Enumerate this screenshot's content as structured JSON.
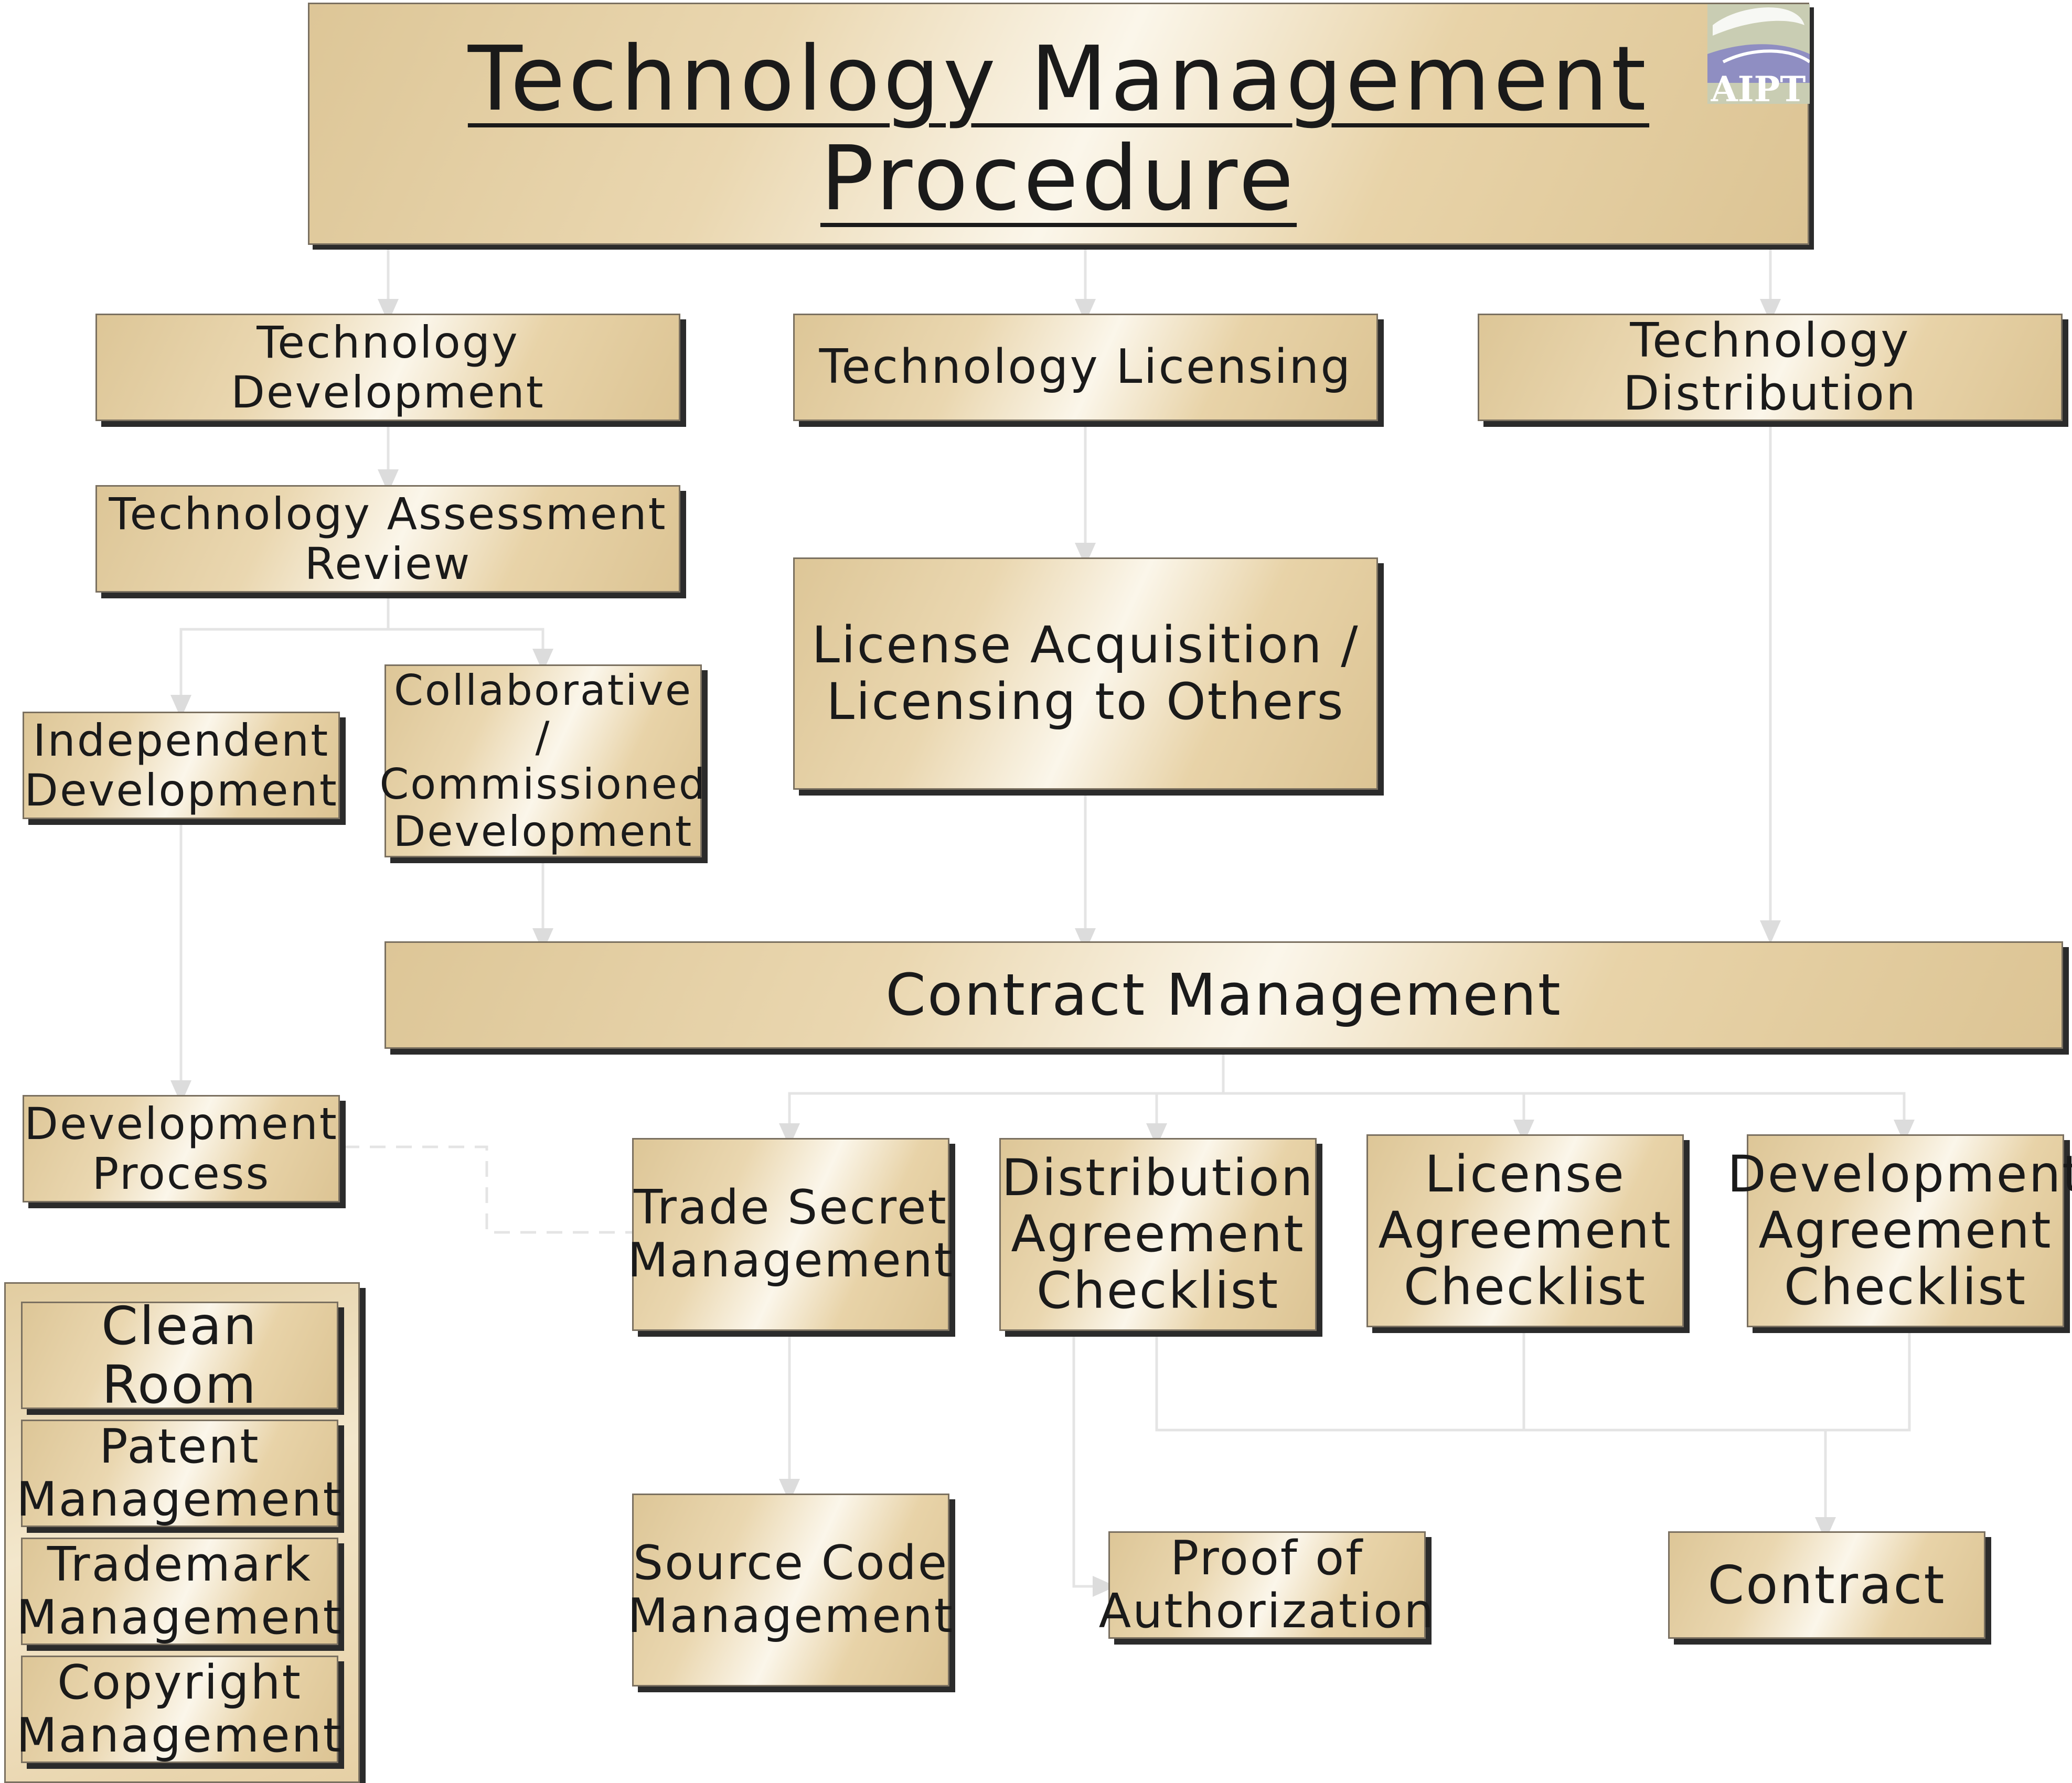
{
  "title": "Technology Management Procedure",
  "logo_text": "AIPT",
  "nodes": {
    "tech_development": "Technology Development",
    "tech_licensing": "Technology Licensing",
    "tech_distribution": "Technology Distribution",
    "assessment_review": "Technology Assessment\nReview",
    "independent_dev": "Independent\nDevelopment",
    "collab_dev": "Collaborative /\nCommissioned\nDevelopment",
    "license_acq": "License Acquisition /\nLicensing to Others",
    "contract_mgmt": "Contract Management",
    "dev_process": "Development\nProcess",
    "trade_secret": "Trade Secret\nManagement",
    "distribution_checklist": "Distribution\nAgreement\nChecklist",
    "license_checklist": "License\nAgreement\nChecklist",
    "development_checklist": "Development\nAgreement\nChecklist",
    "clean_room": "Clean Room",
    "patent_mgmt": "Patent\nManagement",
    "trademark_mgmt": "Trademark\nManagement",
    "copyright_mgmt": "Copyright\nManagement",
    "source_code_mgmt": "Source Code\nManagement",
    "proof_authorization": "Proof of\nAuthorization",
    "contract": "Contract"
  },
  "colors": {
    "box_fill_dark": "#ddc697",
    "box_fill_light": "#fbf6ea",
    "connector": "#e2e2e2",
    "shadow": "#2b2b2b"
  }
}
